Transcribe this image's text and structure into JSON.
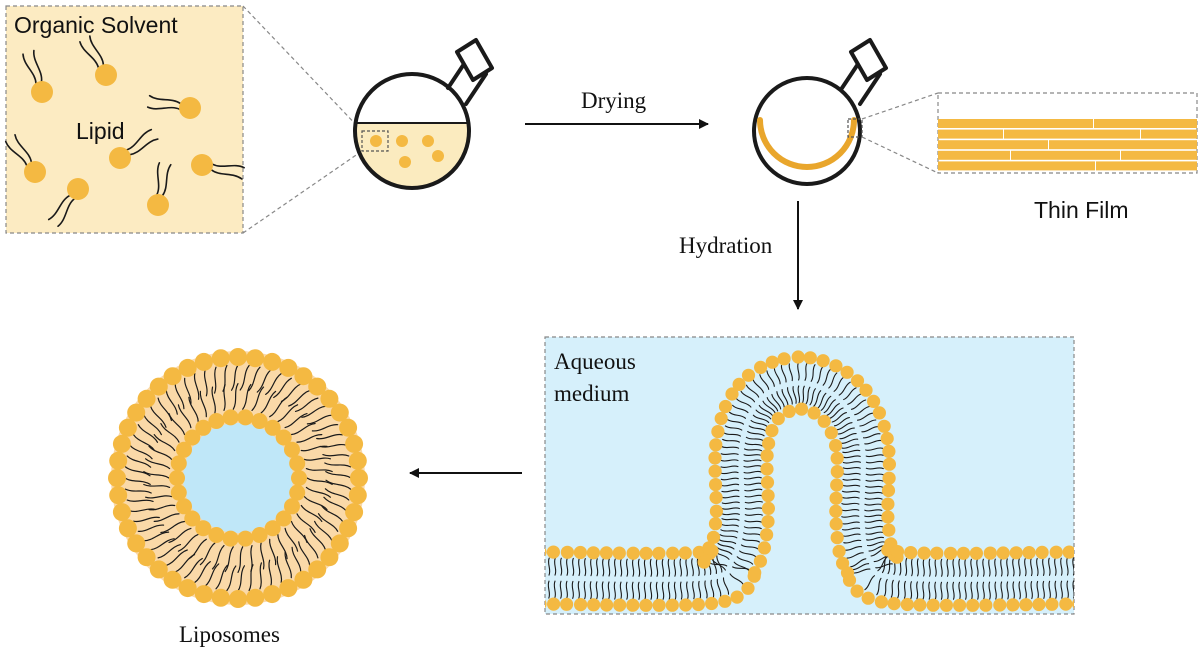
{
  "labels": {
    "organic_solvent": "Organic Solvent",
    "lipid": "Lipid",
    "drying": "Drying",
    "thin_film": "Thin Film",
    "hydration": "Hydration",
    "aqueous_line1": "Aqueous",
    "aqueous_line2": "medium",
    "liposomes": "Liposomes"
  },
  "colors": {
    "lipid_head": "#F4B942",
    "lipid_head_edge": "#E9A62C",
    "lipid_tail": "#1a1a1a",
    "solvent_panel": "#FCEBC2",
    "flask_liquid": "#FBEBBF",
    "aqueous": "#D6F0FB",
    "liposome_core": "#BFE7F8",
    "liposome_ring": "#FAD9A8",
    "thin_film": "#F4B942",
    "dashed_border": "#888888"
  }
}
